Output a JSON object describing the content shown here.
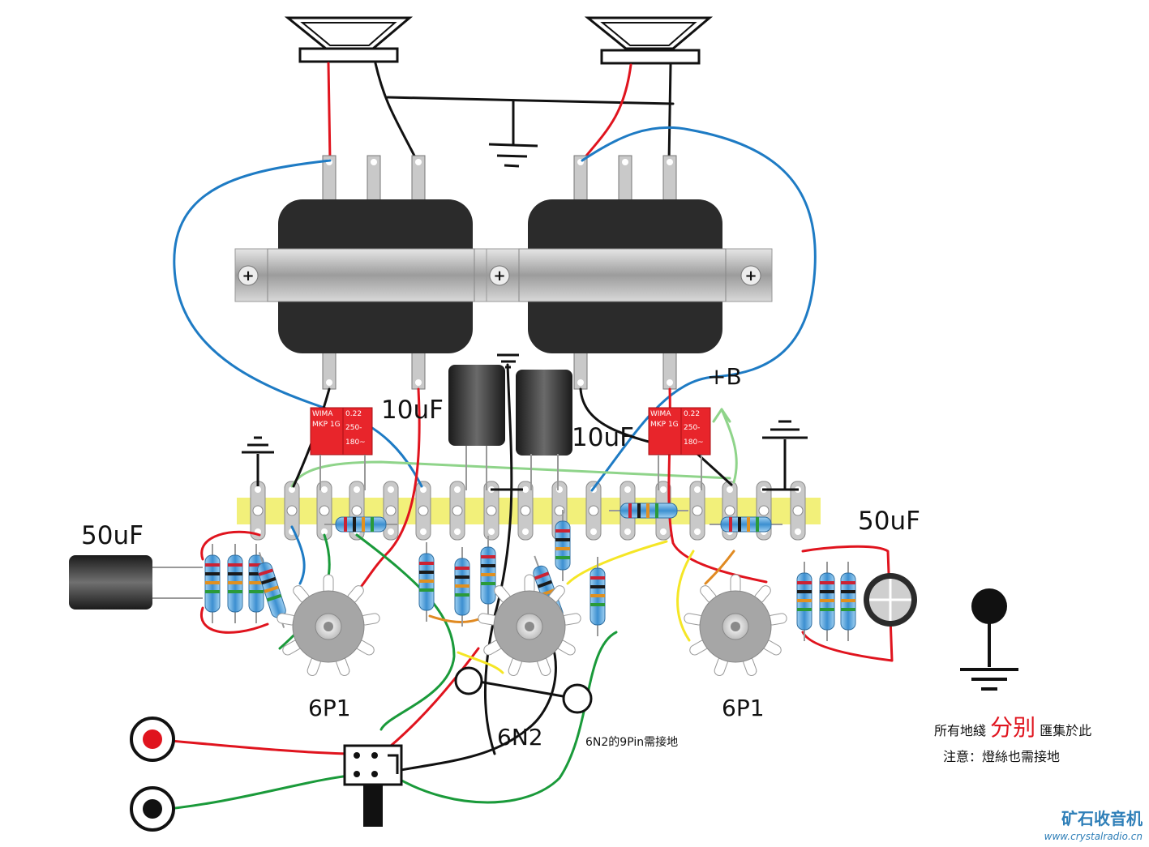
{
  "labels": {
    "c1_value": "10uF",
    "c2_value": "10uF",
    "c3_value": "50uF",
    "c4_value": "50uF",
    "tube1": "6P1",
    "tube2": "6N2",
    "tube3": "6P1",
    "plus_b": "+B",
    "pin9_note": "6N2的9Pin需接地"
  },
  "wima_caps": {
    "brand": "WIMA",
    "type": "MKP 1G",
    "value": "0.22",
    "voltage": "250-",
    "ac": "180~"
  },
  "ground_note": {
    "line1_a": "所有地綫",
    "line1_highlight": "分别",
    "line1_b": "匯集於此",
    "line2": "注意：燈絲也需接地"
  },
  "watermark": {
    "name": "矿石收音机",
    "url": "www.crystalradio.cn"
  },
  "colors": {
    "wire_red": "#e0141e",
    "wire_blue": "#1e7bc4",
    "wire_green": "#1a9a3a",
    "wire_yellow": "#f5e626",
    "wire_black": "#111111",
    "terminal_strip": "#f2f07a",
    "transformer": "#2b2b2b",
    "wima_red": "#e8252b",
    "resistor": "#5aa0d8"
  }
}
